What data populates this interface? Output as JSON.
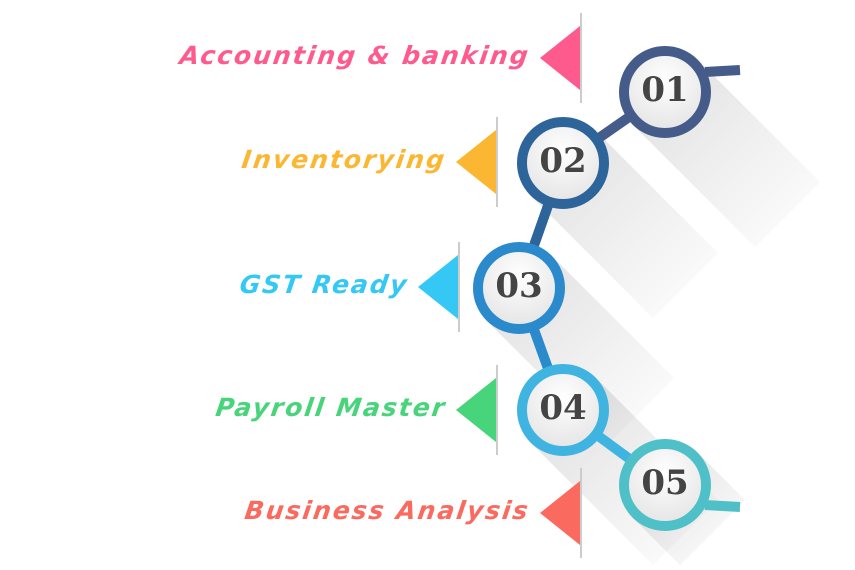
{
  "steps": [
    {
      "number": "01",
      "label": "Accounting & banking",
      "label_color": "#ff5a8e",
      "ring_color": "#455c8a"
    },
    {
      "number": "02",
      "label": "Inventorying",
      "label_color": "#fbb731",
      "ring_color": "#2d6499"
    },
    {
      "number": "03",
      "label": "GST Ready",
      "label_color": "#35c8f5",
      "ring_color": "#2a8acc"
    },
    {
      "number": "04",
      "label": "Payroll Master",
      "label_color": "#47d47a",
      "ring_color": "#40b4e0"
    },
    {
      "number": "05",
      "label": "Business Analysis",
      "label_color": "#fb6a5e",
      "ring_color": "#4fc0c8"
    }
  ]
}
